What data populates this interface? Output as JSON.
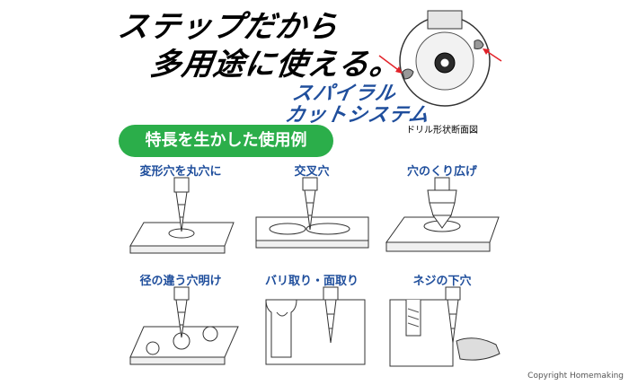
{
  "headline": {
    "line1": "ステップだから",
    "line2": "多用途に使える。"
  },
  "diagram": {
    "spiral_line1": "スパイラル",
    "spiral_line2": "カットシステム",
    "caption": "ドリル形状断面図",
    "arrow_color": "#e2232a"
  },
  "features": {
    "title": "特長を生かした使用例",
    "pill_color": "#2bae4a",
    "label_color": "#1f4e9c",
    "items": [
      {
        "label": "変形穴を丸穴に"
      },
      {
        "label": "交叉穴"
      },
      {
        "label": "穴のくり広げ"
      },
      {
        "label": "径の違う穴明け"
      },
      {
        "label": "バリ取り・面取り"
      },
      {
        "label": "ネジの下穴"
      }
    ]
  },
  "footer": {
    "copyright": "Copyright Homemaking"
  }
}
